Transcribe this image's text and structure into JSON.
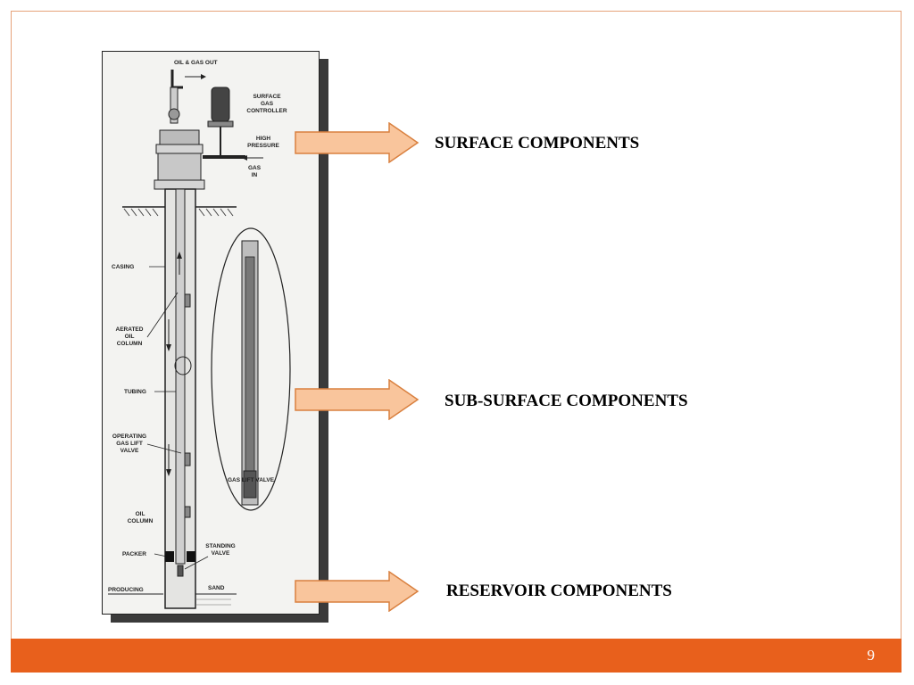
{
  "slide": {
    "page_number": "9",
    "colors": {
      "accent": "#e8601c",
      "arrow_fill": "#f9c59c",
      "arrow_stroke": "#d9803f"
    }
  },
  "diagram": {
    "labels": {
      "oil_gas_out": "OIL & GAS OUT",
      "surface_gas_controller": [
        "SURFACE",
        "GAS",
        "CONTROLLER"
      ],
      "high_pressure": [
        "HIGH",
        "PRESSURE"
      ],
      "gas_in": [
        "GAS",
        "IN"
      ],
      "casing": "CASING",
      "aerated_oil_column": [
        "AERATED",
        "OIL",
        "COLUMN"
      ],
      "tubing": "TUBING",
      "operating_gas_lift_valve": [
        "OPERATING",
        "GAS LIFT",
        "VALVE"
      ],
      "gas_lift_valve": "GAS LIFT VALVE",
      "oil_column": [
        "OIL",
        "COLUMN"
      ],
      "packer": "PACKER",
      "standing_valve": [
        "STANDING",
        "VALVE"
      ],
      "producing": "PRODUCING",
      "sand": "SAND"
    }
  },
  "callouts": [
    {
      "label": "SURFACE COMPONENTS"
    },
    {
      "label": "SUB-SURFACE COMPONENTS"
    },
    {
      "label": "RESERVOIR COMPONENTS"
    }
  ]
}
